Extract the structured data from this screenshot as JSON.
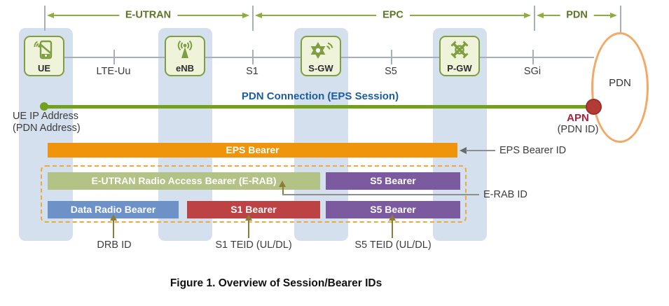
{
  "caption": "Figure 1. Overview of Session/Bearer IDs",
  "segments": [
    {
      "label": "E-UTRAN"
    },
    {
      "label": "EPC"
    },
    {
      "label": "PDN"
    }
  ],
  "nodes": [
    {
      "label": "UE",
      "icon": "ue-phone-icon"
    },
    {
      "label": "eNB",
      "icon": "enb-antenna-icon"
    },
    {
      "label": "S-GW",
      "icon": "sgw-gear-icon"
    },
    {
      "label": "P-GW",
      "icon": "pgw-router-icon"
    }
  ],
  "interfaces": [
    {
      "label": "LTE-Uu"
    },
    {
      "label": "S1"
    },
    {
      "label": "S5"
    },
    {
      "label": "SGi"
    }
  ],
  "cloud": {
    "label": "PDN"
  },
  "session": {
    "title": "PDN Connection (EPS Session)",
    "ue_ip_line1": "UE IP Address",
    "ue_ip_line2": "(PDN Address)",
    "apn": "APN",
    "apn_sub": "(PDN ID)"
  },
  "bearers": {
    "eps": {
      "label": "EPS Bearer",
      "id_label": "EPS Bearer ID"
    },
    "erab": {
      "label": "E-UTRAN Radio Access Bearer (E-RAB)",
      "id_label": "E-RAB ID"
    },
    "s5_upper": {
      "label": "S5 Bearer"
    },
    "drb": {
      "label": "Data Radio Bearer",
      "id_label": "DRB ID"
    },
    "s1": {
      "label": "S1 Bearer",
      "id_label": "S1 TEID (UL/DL)"
    },
    "s5_lower": {
      "label": "S5 Bearer",
      "id_label": "S5 TEID (UL/DL)"
    }
  },
  "colors": {
    "band": "#d5e0ef",
    "segment_arrow": "#8cae3e",
    "node_border": "#7e9e40",
    "session_line": "#73a11d",
    "session_title_text": "#1d5c9e",
    "apn_text": "#b01e3c",
    "eps_bar": "#f0940b",
    "erab_bar": "#b3c386",
    "s5_bar": "#7b5aa0",
    "drb_bar": "#6d92c8",
    "s1_bar": "#bd4243",
    "dashed_border": "#eca942",
    "cloud_border": "#f3a863"
  }
}
